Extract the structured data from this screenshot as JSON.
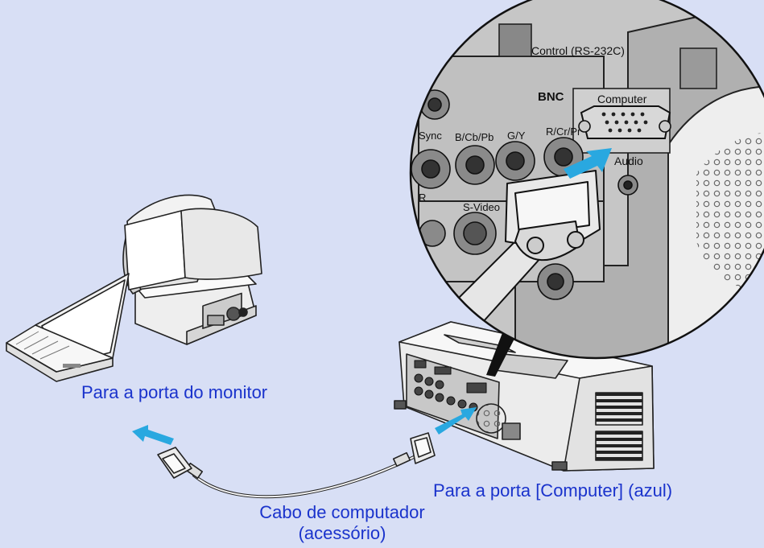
{
  "colors": {
    "background": "#d8dff5",
    "caption_text": "#1a33cc",
    "arrow": "#29a8e0",
    "device_body": "#eeeeee",
    "panel_gray": "#bdbdbd"
  },
  "captions": {
    "monitor_port": "Para a porta do monitor",
    "computer_port": "Para a porta [Computer] (azul)",
    "cable_line1": "Cabo de computador",
    "cable_line2": "(acessório)"
  },
  "panel_labels": {
    "control": "Control (RS-232C)",
    "bnc": "BNC",
    "computer": "Computer",
    "sync": "Sync",
    "bcbpb": "B/Cb/Pb",
    "gy": "G/Y",
    "rcrpr": "R/Cr/Pr",
    "audio": "Audio",
    "svideo": "S-Video",
    "r": "R"
  },
  "icons": [
    "desktop-monitor",
    "laptop",
    "projector",
    "vga-cable",
    "arrow-left",
    "arrow-right"
  ]
}
